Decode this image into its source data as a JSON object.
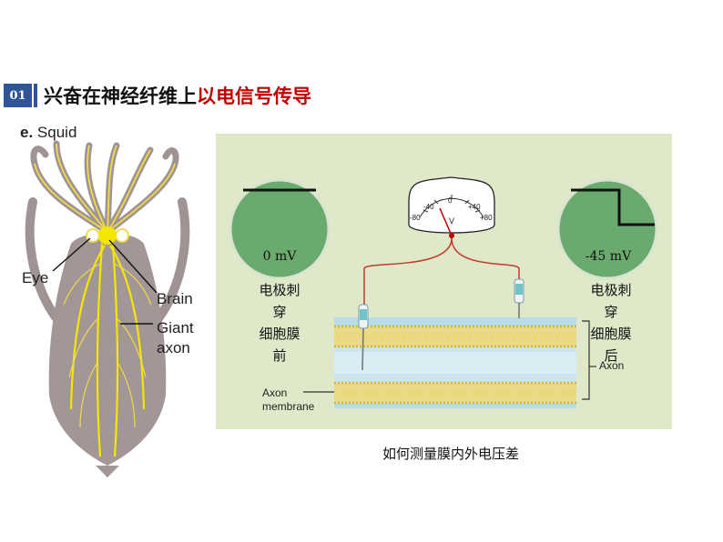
{
  "header": {
    "badge": "01",
    "title_part1": "兴奋在神经纤维上",
    "title_part2": "以电信号传导",
    "accent_color": "#c00000",
    "badge_color": "#2f5597"
  },
  "squid": {
    "panel_letter": "e.",
    "panel_name": "Squid",
    "labels": {
      "eye": "Eye",
      "brain": "Brain",
      "giant": "Giant",
      "axon": "axon"
    }
  },
  "diagram": {
    "left_scope": {
      "value": "0 mV",
      "note_lines": [
        "电极刺",
        "穿",
        "细胞膜",
        "前"
      ]
    },
    "right_scope": {
      "value": "-45 mV",
      "note_lines": [
        "电极刺",
        "穿",
        "细胞膜",
        "后"
      ]
    },
    "meter": {
      "ticks": [
        "-80",
        "-40",
        "0",
        "+40",
        "+80"
      ],
      "unit": "V"
    },
    "axon_label": "Axon",
    "membrane_label_lines": [
      "Axon",
      "membrane"
    ]
  },
  "caption": "如何测量膜内外电压差"
}
